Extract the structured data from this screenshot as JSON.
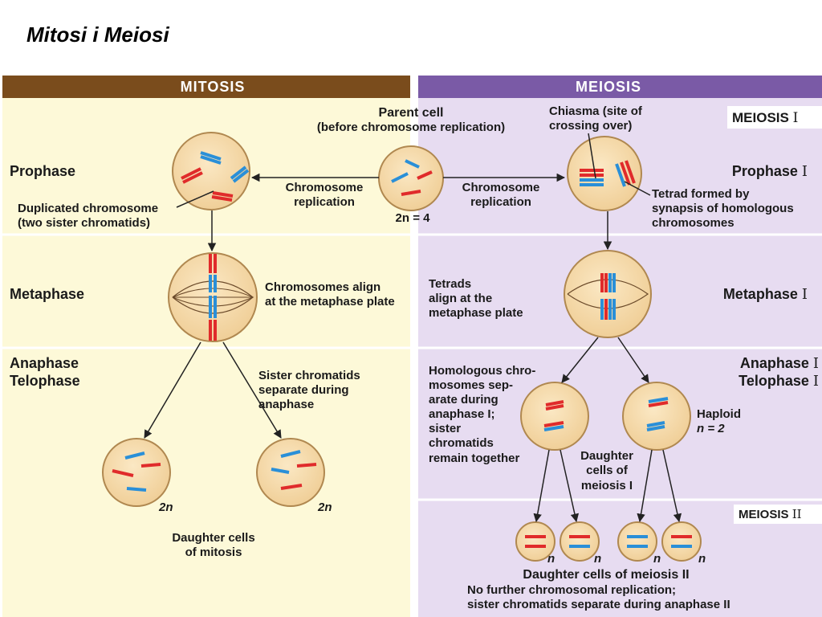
{
  "title": "Mitosi i Meiosi",
  "headers": {
    "mitosis": "MITOSIS",
    "meiosis": "MEIOSIS"
  },
  "phase_groups": {
    "meiosis1": "MEIOSIS",
    "meiosis1_numeral": "I",
    "meiosis2": "MEIOSIS",
    "meiosis2_numeral": "II"
  },
  "stages": {
    "prophase": "Prophase",
    "metaphase": "Metaphase",
    "anaphase": "Anaphase",
    "telophase": "Telophase",
    "prophase1": "Prophase",
    "metaphase1": "Metaphase",
    "anaphase1": "Anaphase",
    "telophase1": "Telophase",
    "numeral_I": "I"
  },
  "labels": {
    "parent_cell_line1": "Parent cell",
    "parent_cell_line2": "(before chromosome replication)",
    "chiasma_line1": "Chiasma (site of",
    "chiasma_line2": "crossing over)",
    "dup_chrom_line1": "Duplicated chromosome",
    "dup_chrom_line2": "(two sister chromatids)",
    "chrom_rep_left_line1": "Chromosome",
    "chrom_rep_left_line2": "replication",
    "chrom_rep_right_line1": "Chromosome",
    "chrom_rep_right_line2": "replication",
    "two_n_eq_4": "2n = 4",
    "tetrad_line1": "Tetrad formed by",
    "tetrad_line2": "synapsis of homologous",
    "tetrad_line3": "chromosomes",
    "align_line1": "Chromosomes align",
    "align_line2": "at the metaphase plate",
    "tetrads_line1": "Tetrads",
    "tetrads_line2": "align at the",
    "tetrads_line3": "metaphase plate",
    "sister_sep_line1": "Sister chromatids",
    "sister_sep_line2": "separate during",
    "sister_sep_line3": "anaphase",
    "homologous_line1": "Homologous chro-",
    "homologous_line2": "mosomes sep-",
    "homologous_line3": "arate during",
    "homologous_line4": "anaphase I;",
    "homologous_line5": "sister",
    "homologous_line6": "chromatids",
    "homologous_line7": "remain together",
    "haploid_line1": "Haploid",
    "haploid_line2": "n = 2",
    "two_n_left": "2n",
    "two_n_right": "2n",
    "daughter_mitosis_line1": "Daughter cells",
    "daughter_mitosis_line2": "of mitosis",
    "daughter_meiosis1_line1": "Daughter",
    "daughter_meiosis1_line2": "cells of",
    "daughter_meiosis1_line3": "meiosis I",
    "n": "n",
    "daughter_meiosis2": "Daughter cells of meiosis II",
    "no_further_line1": "No further chromosomal replication;",
    "no_further_line2": "sister chromatids separate during anaphase II"
  },
  "colors": {
    "mitosis_bg": "#fdf9d8",
    "meiosis_bg": "#e7dcf1",
    "mitosis_header": "#7a4c1c",
    "meiosis_header": "#7a5aa6",
    "cell_fill": "#f6dcae",
    "cell_stroke": "#b08850",
    "chrom_red": "#e02b2b",
    "chrom_blue": "#2a8fd8"
  }
}
